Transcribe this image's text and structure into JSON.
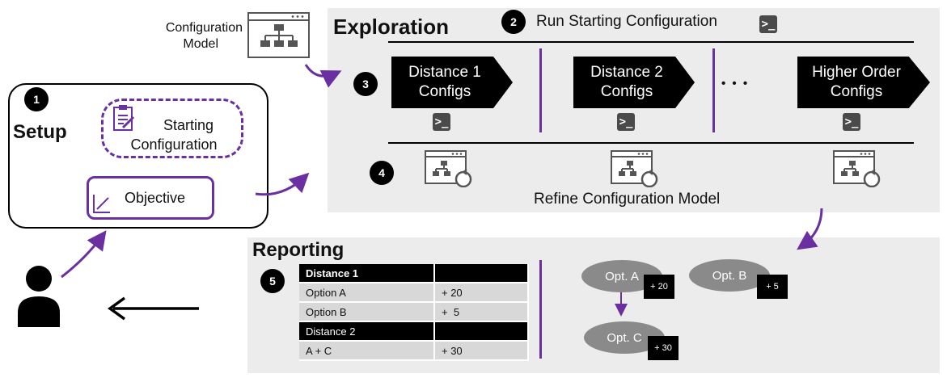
{
  "config_model": {
    "line1": "Configuration",
    "line2": "Model"
  },
  "setup": {
    "step": "1",
    "title": "Setup",
    "starting_line1": "Starting",
    "starting_line2": "Configuration",
    "objective": "Objective"
  },
  "exploration": {
    "title": "Exploration",
    "run_step": "2",
    "run_label": "Run Starting Configuration",
    "configs_step": "3",
    "configs": [
      {
        "line1": "Distance 1",
        "line2": "Configs"
      },
      {
        "line1": "Distance 2",
        "line2": "Configs"
      },
      {
        "line1": "Higher Order",
        "line2": "Configs"
      }
    ],
    "ellipsis": "• • •",
    "refine_step": "4",
    "refine_label": "Refine Configuration Model",
    "terminal_glyph": ">_"
  },
  "reporting": {
    "title": "Reporting",
    "step": "5",
    "table": [
      {
        "label": "Distance 1",
        "value": "",
        "kind": "head"
      },
      {
        "label": "Option A",
        "value": "+ 20",
        "kind": "row"
      },
      {
        "label": "Option B",
        "value": "+  5",
        "kind": "row"
      },
      {
        "label": "Distance 2",
        "value": "",
        "kind": "subhead"
      },
      {
        "label": "A + C",
        "value": "+ 30",
        "kind": "row"
      }
    ],
    "nodes": {
      "a": {
        "label": "Opt. A",
        "score": "+ 20"
      },
      "b": {
        "label": "Opt. B",
        "score": "+ 5"
      },
      "c": {
        "label": "Opt. C",
        "score": "+ 30"
      }
    }
  },
  "colors": {
    "accent": "#6a2fa0",
    "panel": "#ececec",
    "node": "#8a8a8a"
  }
}
